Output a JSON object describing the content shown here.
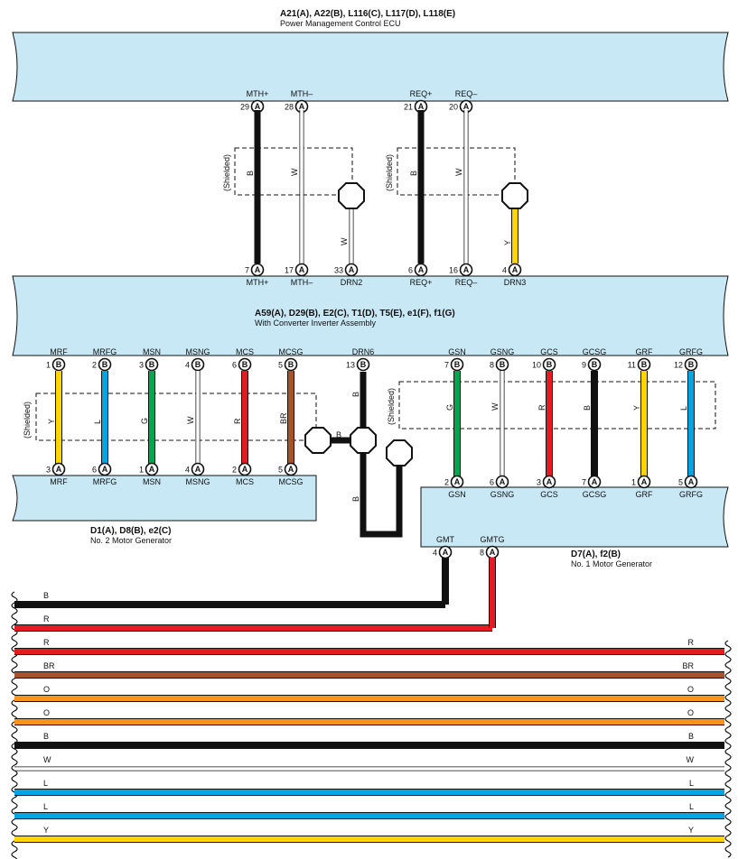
{
  "colors": {
    "ecu_fill": "#c8e8f5",
    "black": "#111111",
    "red": "#e41b23",
    "yellow": "#ffd500",
    "blue": "#00a6e2",
    "green": "#00a650",
    "brown": "#a6522c",
    "orange": "#f7941d",
    "white_wire": "#ffffff"
  },
  "ecu_top": {
    "codes": "A21(A), A22(B), L116(C), L117(D), L118(E)",
    "name": "Power Management Control ECU",
    "pins": [
      {
        "num": "29",
        "conn": "A",
        "label": "MTH+"
      },
      {
        "num": "28",
        "conn": "A",
        "label": "MTH–"
      },
      {
        "num": "21",
        "conn": "A",
        "label": "REQ+"
      },
      {
        "num": "20",
        "conn": "A",
        "label": "REQ–"
      }
    ]
  },
  "shield_top": {
    "shielded": "(Shielded)",
    "wires": {
      "mth_pos": "B",
      "mth_neg": "W",
      "req_pos": "B",
      "req_neg": "W",
      "drn2": "W",
      "drn3": "Y"
    }
  },
  "inverter": {
    "codes": "A59(A), D29(B), E2(C), T1(D), T5(E), e1(F), f1(G)",
    "name": "With Converter Inverter Assembly",
    "top_pins": [
      {
        "num": "7",
        "conn": "A",
        "label": "MTH+"
      },
      {
        "num": "17",
        "conn": "A",
        "label": "MTH–"
      },
      {
        "num": "33",
        "conn": "A",
        "label": "DRN2"
      },
      {
        "num": "6",
        "conn": "A",
        "label": "REQ+"
      },
      {
        "num": "16",
        "conn": "A",
        "label": "REQ–"
      },
      {
        "num": "4",
        "conn": "A",
        "label": "DRN3"
      }
    ],
    "bottom_pins": [
      {
        "num": "1",
        "conn": "B",
        "label": "MRF"
      },
      {
        "num": "2",
        "conn": "B",
        "label": "MRFG"
      },
      {
        "num": "3",
        "conn": "B",
        "label": "MSN"
      },
      {
        "num": "4",
        "conn": "B",
        "label": "MSNG"
      },
      {
        "num": "6",
        "conn": "B",
        "label": "MCS"
      },
      {
        "num": "5",
        "conn": "B",
        "label": "MCSG"
      },
      {
        "num": "13",
        "conn": "B",
        "label": "DRN6"
      },
      {
        "num": "7",
        "conn": "B",
        "label": "GSN"
      },
      {
        "num": "8",
        "conn": "B",
        "label": "GSNG"
      },
      {
        "num": "10",
        "conn": "B",
        "label": "GCS"
      },
      {
        "num": "9",
        "conn": "B",
        "label": "GCSG"
      },
      {
        "num": "11",
        "conn": "B",
        "label": "GRF"
      },
      {
        "num": "12",
        "conn": "B",
        "label": "GRFG"
      }
    ]
  },
  "mid_wires": {
    "left": [
      "Y",
      "L",
      "G",
      "W",
      "R",
      "BR"
    ],
    "right": [
      "G",
      "W",
      "R",
      "B",
      "Y",
      "L"
    ],
    "drn6_upper": "B",
    "drn6_link": "B",
    "drn6_lower": "B",
    "shielded": "(Shielded)"
  },
  "mg2": {
    "codes": "D1(A), D8(B), e2(C)",
    "name": "No.  2 Motor Generator",
    "pins": [
      {
        "num": "3",
        "conn": "A",
        "label": "MRF"
      },
      {
        "num": "6",
        "conn": "A",
        "label": "MRFG"
      },
      {
        "num": "1",
        "conn": "A",
        "label": "MSN"
      },
      {
        "num": "4",
        "conn": "A",
        "label": "MSNG"
      },
      {
        "num": "2",
        "conn": "A",
        "label": "MCS"
      },
      {
        "num": "5",
        "conn": "A",
        "label": "MCSG"
      }
    ]
  },
  "mg1": {
    "codes": "D7(A), f2(B)",
    "name": "No.  1 Motor Generator",
    "pins": [
      {
        "num": "2",
        "conn": "A",
        "label": "GSN"
      },
      {
        "num": "6",
        "conn": "A",
        "label": "GSNG"
      },
      {
        "num": "3",
        "conn": "A",
        "label": "GCS"
      },
      {
        "num": "7",
        "conn": "A",
        "label": "GCSG"
      },
      {
        "num": "1",
        "conn": "A",
        "label": "GRF"
      },
      {
        "num": "5",
        "conn": "A",
        "label": "GRFG"
      }
    ],
    "bottom_pins": [
      {
        "num": "4",
        "conn": "A",
        "label": "GMT"
      },
      {
        "num": "8",
        "conn": "A",
        "label": "GMTG"
      }
    ]
  },
  "harness": [
    {
      "left": "B",
      "right": "",
      "color": "#111111"
    },
    {
      "left": "R",
      "right": "",
      "color": "#e41b23"
    },
    {
      "left": "R",
      "right": "R",
      "color": "#e41b23"
    },
    {
      "left": "BR",
      "right": "BR",
      "color": "#a6522c"
    },
    {
      "left": "O",
      "right": "O",
      "color": "#f7941d"
    },
    {
      "left": "O",
      "right": "O",
      "color": "#f7941d"
    },
    {
      "left": "B",
      "right": "B",
      "color": "#111111"
    },
    {
      "left": "W",
      "right": "W",
      "color": "#ffffff"
    },
    {
      "left": "L",
      "right": "L",
      "color": "#00a6e2"
    },
    {
      "left": "L",
      "right": "L",
      "color": "#00a6e2"
    },
    {
      "left": "Y",
      "right": "Y",
      "color": "#ffd500"
    }
  ]
}
